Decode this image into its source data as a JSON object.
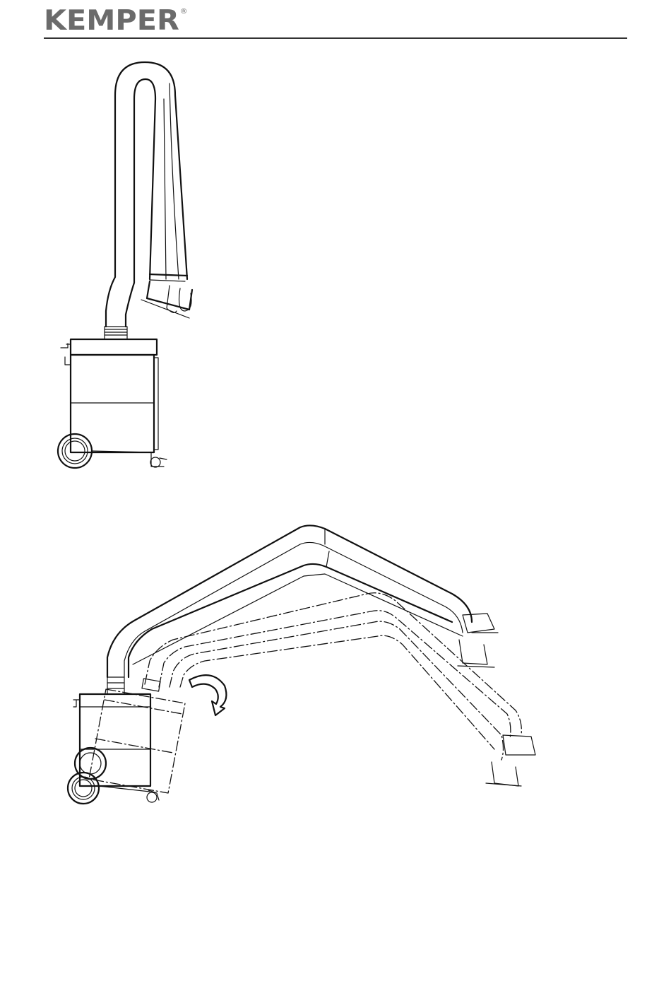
{
  "header": {
    "brand": "KEMPER",
    "brand_mark": "®"
  },
  "figures": [
    {
      "name": "extraction-unit-upright"
    },
    {
      "name": "extraction-unit-folded"
    }
  ]
}
